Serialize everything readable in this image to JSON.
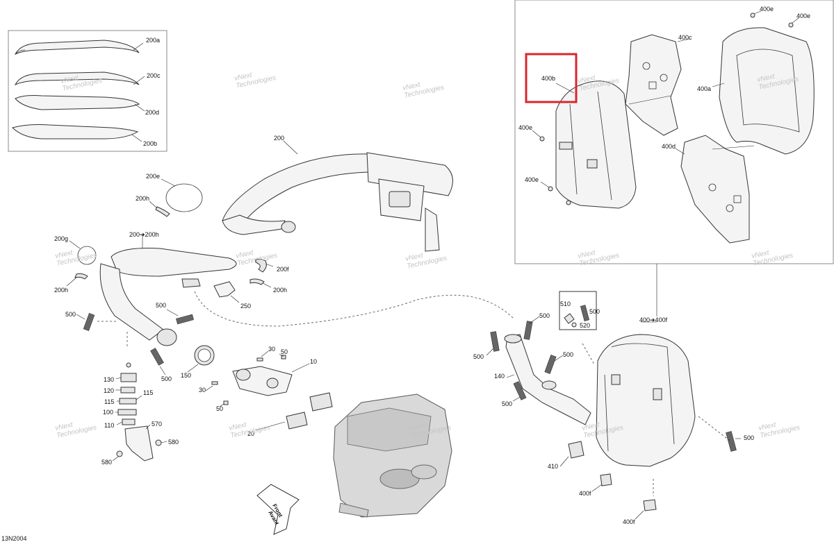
{
  "reference_code": "13N2004",
  "watermark_text": "vNext\nTechnologies",
  "highlight_color": "#d9262c",
  "front_arrow": {
    "line1": "Front",
    "line2": "Avant"
  },
  "labels": {
    "p200a": "200a",
    "p200c": "200c",
    "p200d": "200d",
    "p200b": "200b",
    "p200": "200",
    "p200e": "200e",
    "p200h_top": "200h",
    "p200g": "200g",
    "p200_200h": "200➔200h",
    "p200f": "200f",
    "p200h_left": "200h",
    "p200h_right": "200h",
    "p250": "250",
    "p500_a": "500",
    "p500_b": "500",
    "p500_c": "500",
    "p150": "150",
    "p30_a": "30",
    "p50_a": "50",
    "p10": "10",
    "p30_b": "30",
    "p50_b": "50",
    "p20": "20",
    "p130": "130",
    "p120": "120",
    "p115_a": "115",
    "p115_b": "115",
    "p100": "100",
    "p110": "110",
    "p570": "570",
    "p580_a": "580",
    "p580_b": "580",
    "p400e_1": "400e",
    "p400e_2": "400e",
    "p400e_3": "400e",
    "p400e_4": "400e",
    "p400c": "400c",
    "p400b": "400b",
    "p400a": "400a",
    "p400d": "400d",
    "p510": "510",
    "p500_d": "500",
    "p520": "520",
    "p500_e": "500",
    "p400_400f": "400➔400f",
    "p500_f": "500",
    "p500_g": "500",
    "p140": "140",
    "p500_h": "500",
    "p500_i": "500",
    "p410": "410",
    "p400f_a": "400f",
    "p400f_b": "400f"
  }
}
